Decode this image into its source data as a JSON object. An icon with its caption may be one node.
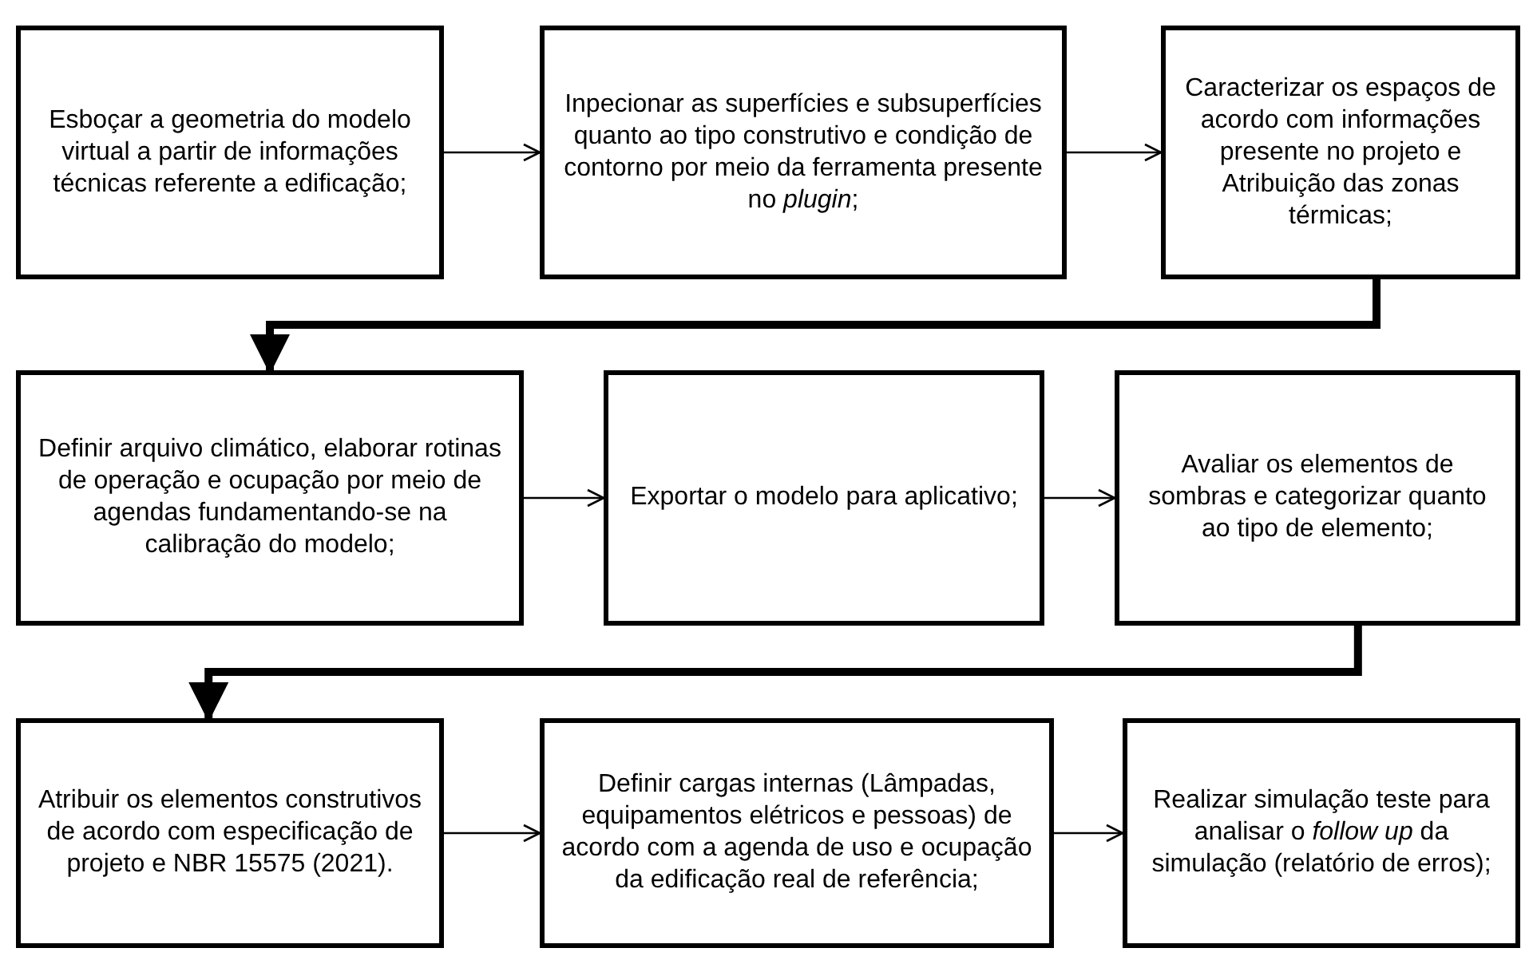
{
  "diagram": {
    "nodes": [
      {
        "text": [
          "Esboçar a geometria do modelo virtual a partir de informações técnicas referente a edificação;"
        ]
      },
      {
        "text": [
          "Inpecionar as superfícies e subsuperfícies quanto ao tipo construtivo e condição de contorno por meio da ferramenta presente no *plugin*;"
        ]
      },
      {
        "text": [
          "Caracterizar os espaços de acordo com informações presente no projeto e Atribuição das zonas térmicas;"
        ]
      },
      {
        "text": [
          "Definir arquivo climático, elaborar rotinas de operação e ocupação por meio de agendas fundamentando-se na calibração do modelo;"
        ]
      },
      {
        "text": [
          "Exportar o modelo para aplicativo;"
        ]
      },
      {
        "text": [
          "Avaliar os elementos de sombras e categorizar quanto ao tipo de elemento;"
        ]
      },
      {
        "text": [
          "Atribuir os elementos construtivos de acordo com especificação de projeto e NBR 15575 (2021)."
        ]
      },
      {
        "text": [
          "Definir cargas internas (Lâmpadas, equipamentos elétricos e pessoas) de acordo com a agenda de uso e ocupação da edificação real de referência;"
        ]
      },
      {
        "text": [
          "Realizar simulação teste para analisar o *follow up* da simulação (relatório de erros);"
        ]
      }
    ],
    "edges": [
      {
        "from": 0,
        "to": 1,
        "arrow": "to"
      },
      {
        "from": 1,
        "to": 2,
        "arrow": "to"
      },
      {
        "from": 2,
        "to": 3,
        "arrow": "to",
        "style": "thick"
      },
      {
        "from": 3,
        "to": 4,
        "arrow": "to"
      },
      {
        "from": 4,
        "to": 5,
        "arrow": "to"
      },
      {
        "from": 5,
        "to": 6,
        "arrow": "to",
        "style": "thick"
      },
      {
        "from": 6,
        "to": 7,
        "arrow": "to"
      },
      {
        "from": 7,
        "to": 8,
        "arrow": "to"
      }
    ]
  }
}
